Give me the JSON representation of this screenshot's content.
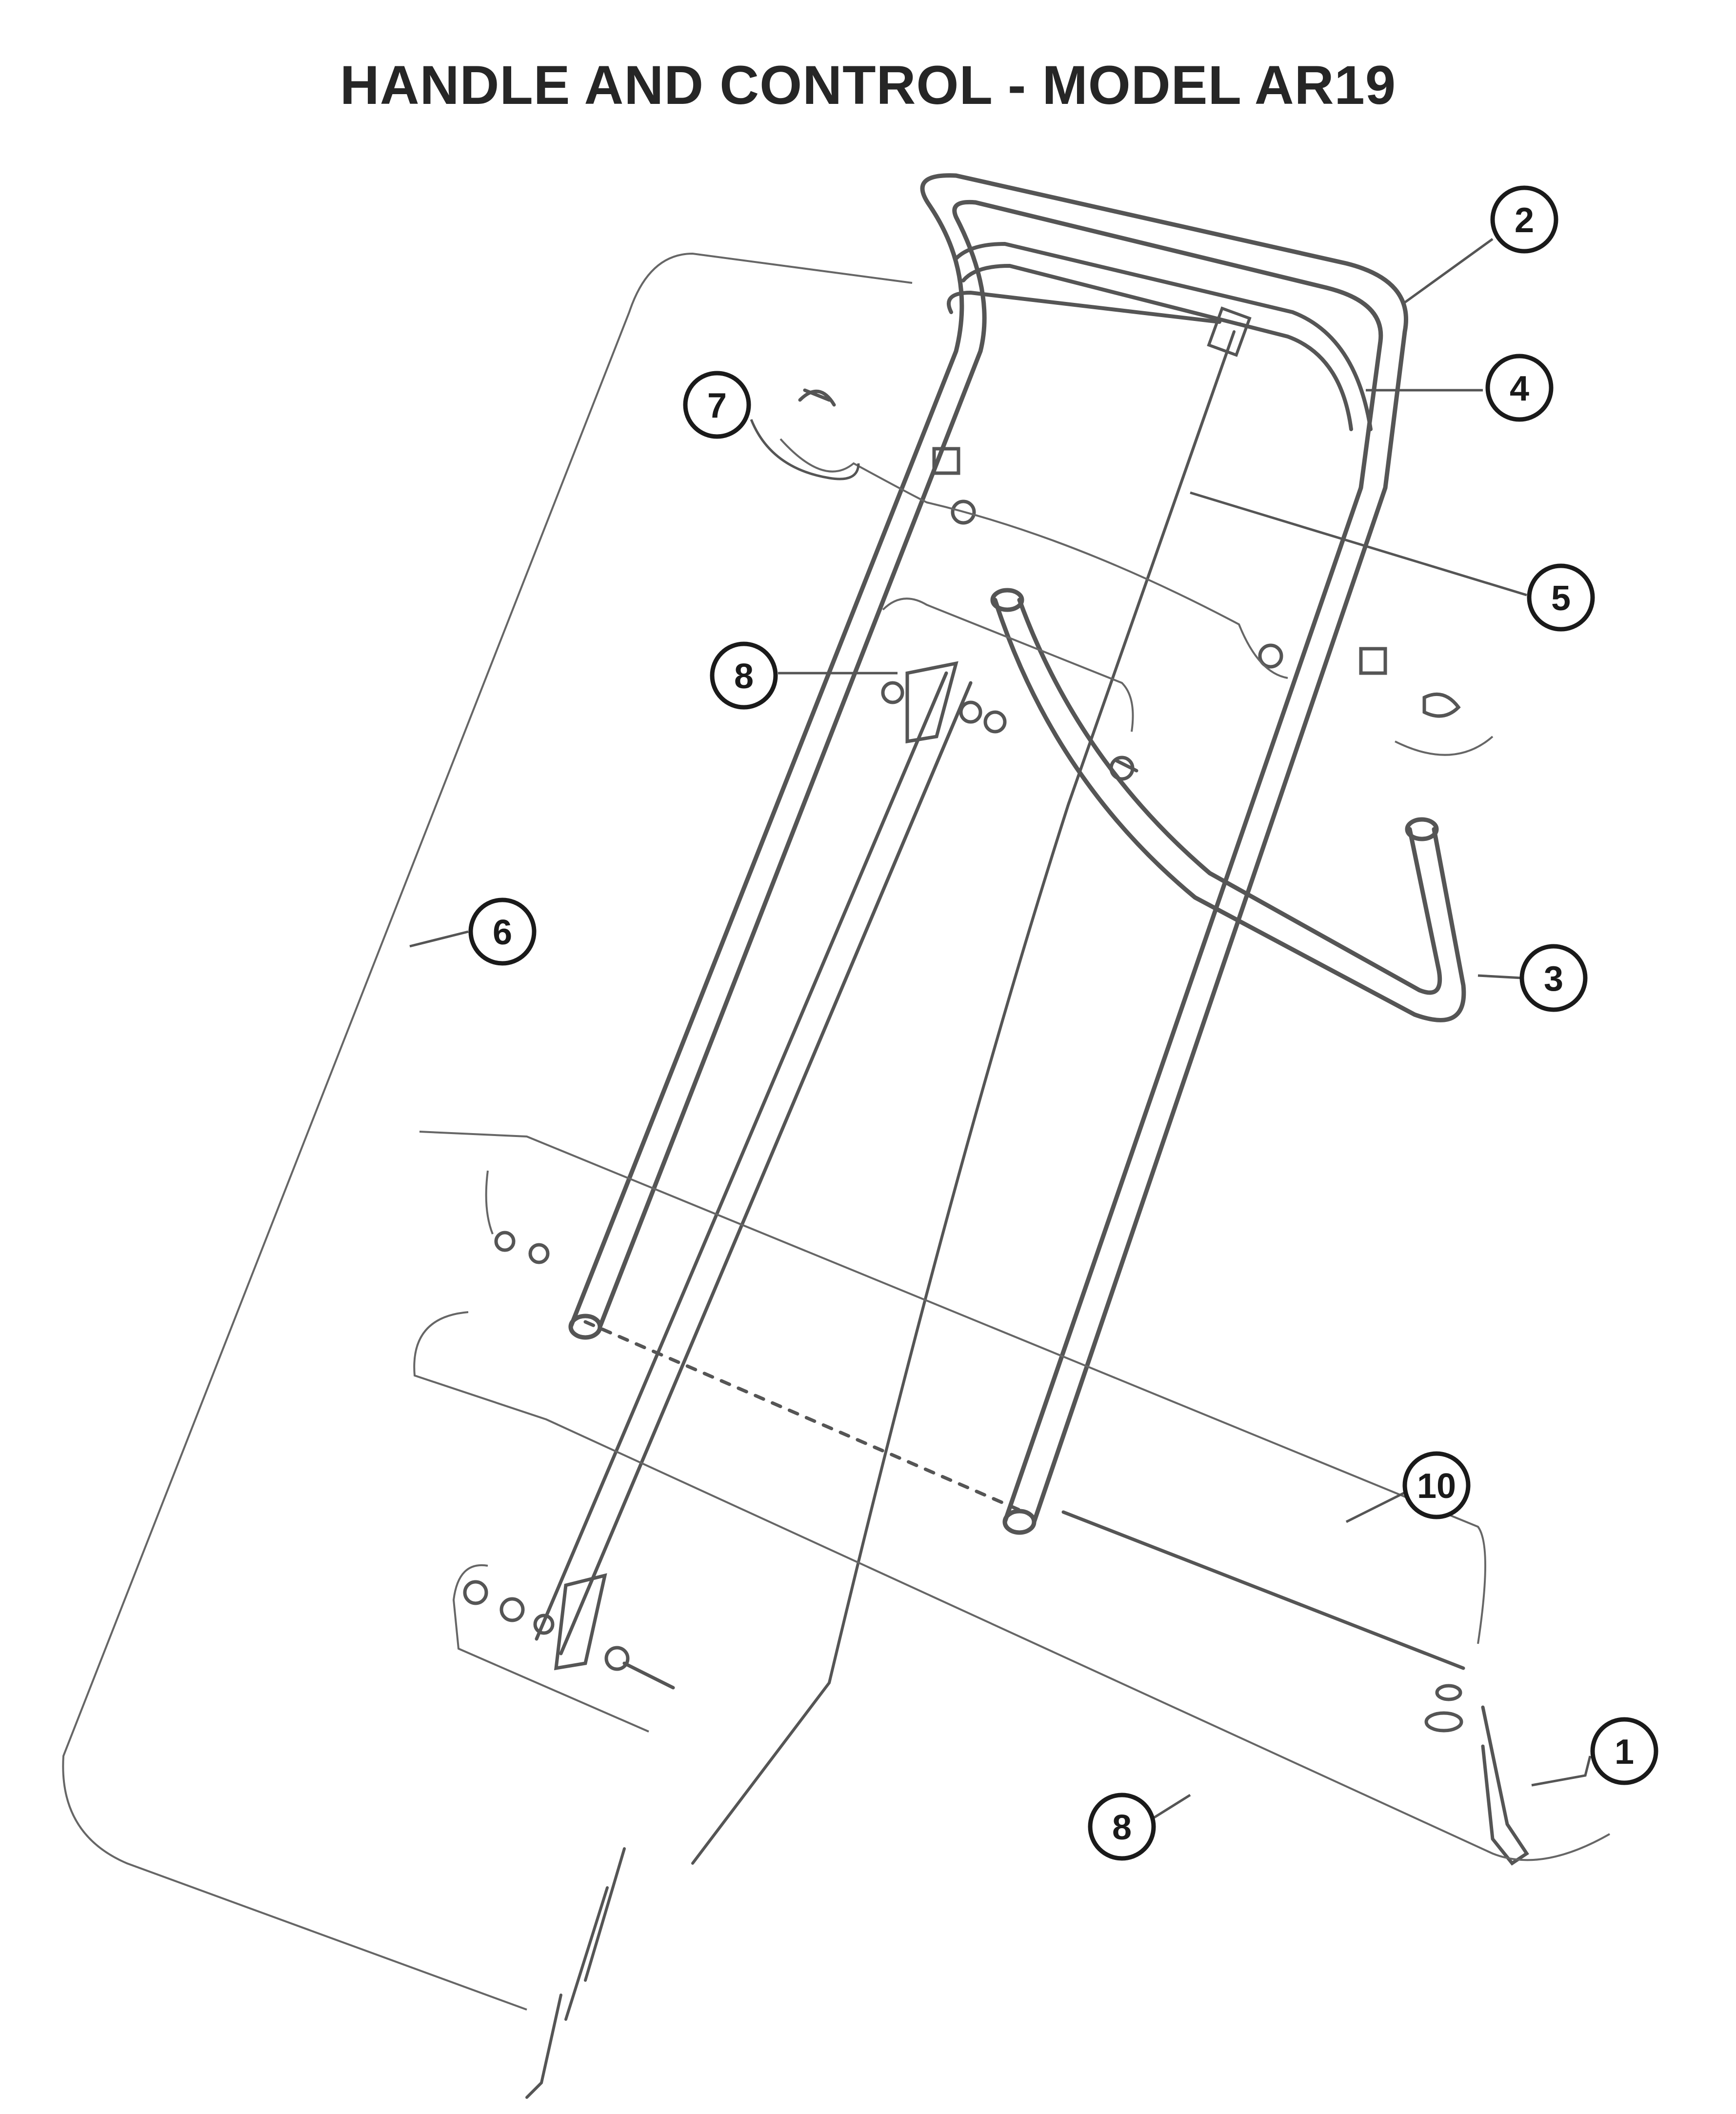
{
  "title": "HANDLE AND CONTROL - MODEL AR19",
  "callouts": {
    "c1": "1",
    "c2": "2",
    "c3": "3",
    "c4": "4",
    "c5": "5",
    "c6": "6",
    "c7": "7",
    "c8a": "8",
    "c8b": "8",
    "c10": "10"
  },
  "colors": {
    "line": "#555555",
    "ink": "#1a1a1a",
    "background": "#ffffff"
  }
}
